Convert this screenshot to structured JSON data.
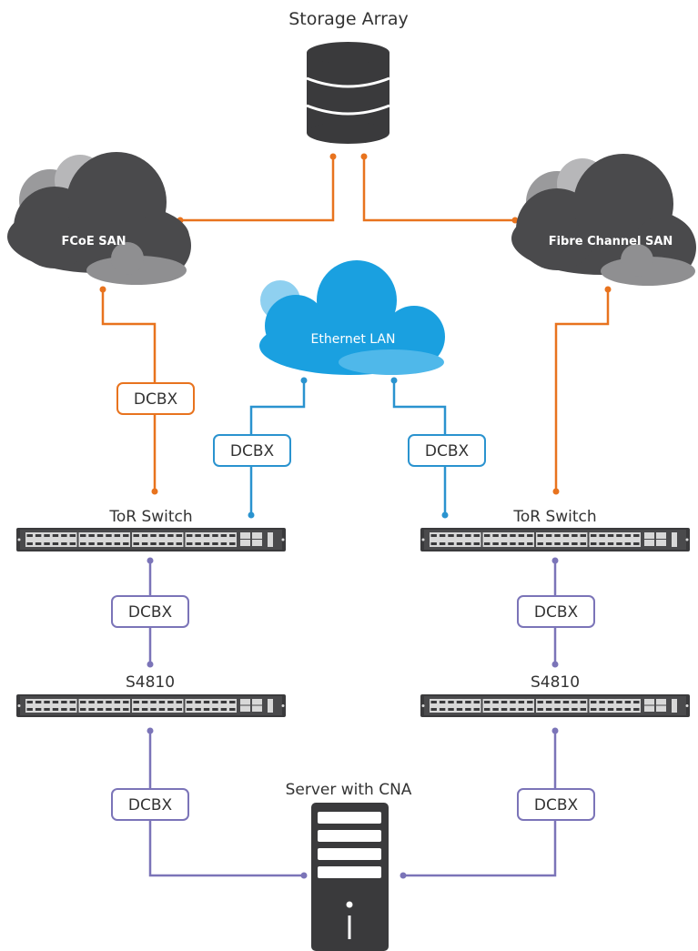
{
  "title": "Storage Array",
  "clouds": {
    "fcoe": "FCoE SAN",
    "fibre": "Fibre Channel SAN",
    "ethernet": "Ethernet LAN"
  },
  "switches": {
    "tor_left": "ToR Switch",
    "tor_right": "ToR Switch",
    "s4810_left": "S4810",
    "s4810_right": "S4810"
  },
  "server": "Server with CNA",
  "dcbx": {
    "fcoe_link": "DCBX",
    "eth_left_link": "DCBX",
    "eth_right_link": "DCBX",
    "tor_s4810_left": "DCBX",
    "tor_s4810_right": "DCBX",
    "server_left": "DCBX",
    "server_right": "DCBX"
  },
  "colors": {
    "fc_link": "#e8731e",
    "ethernet_link": "#2a93cf",
    "server_link": "#7b74b8",
    "cloud_dark": "#4a4a4c",
    "cloud_blue": "#1aa0e0",
    "device": "#3a3a3c"
  }
}
